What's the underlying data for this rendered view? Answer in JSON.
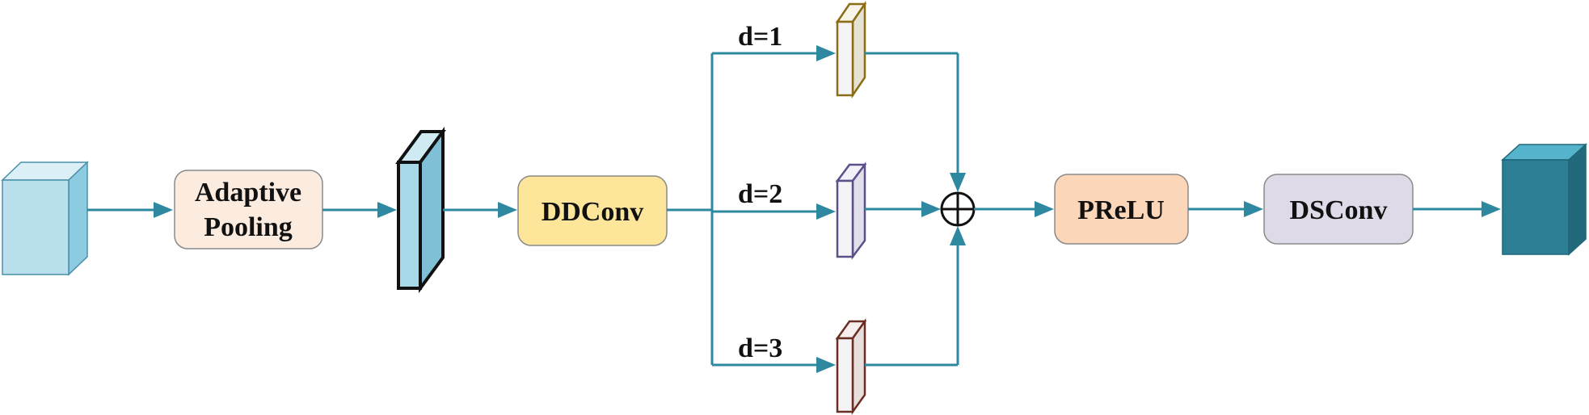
{
  "diagram": {
    "blocks": {
      "adaptive_pooling": {
        "line1": "Adaptive",
        "line2": "Pooling",
        "fill": "#fcebdf"
      },
      "ddconv": {
        "label": "DDConv",
        "fill": "#fde59a"
      },
      "prelu": {
        "label": "PReLU",
        "fill": "#fbd6b9"
      },
      "dsconv": {
        "label": "DSConv",
        "fill": "#dfdae7"
      }
    },
    "branches": [
      {
        "label": "d=1",
        "edge_color": "#8a6d14"
      },
      {
        "label": "d=2",
        "edge_color": "#5d5088"
      },
      {
        "label": "d=3",
        "edge_color": "#6b2e24"
      }
    ],
    "colors": {
      "arrow": "#2e88a0",
      "input_tensor": "#b9e0ec",
      "pooled_tensor": "#a7d8e8",
      "output_tensor": "#2b7e93"
    }
  }
}
